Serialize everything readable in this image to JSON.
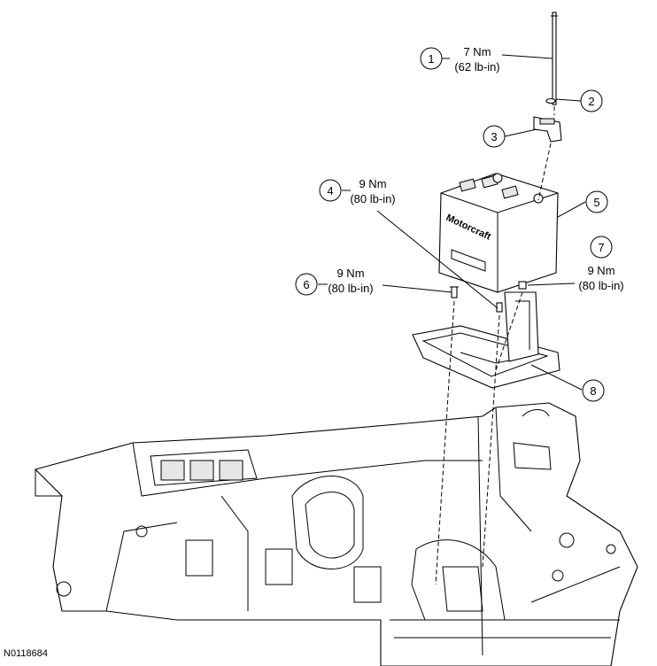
{
  "figure_id": "N0118684",
  "callouts": [
    {
      "num": "1",
      "torque_nm": "7 Nm",
      "torque_lb": "(62 lb-in)"
    },
    {
      "num": "2"
    },
    {
      "num": "3"
    },
    {
      "num": "4",
      "torque_nm": "9 Nm",
      "torque_lb": "(80 lb-in)"
    },
    {
      "num": "5"
    },
    {
      "num": "6",
      "torque_nm": "9 Nm",
      "torque_lb": "(80 lb-in)"
    },
    {
      "num": "7",
      "torque_nm": "9 Nm",
      "torque_lb": "(80 lb-in)"
    },
    {
      "num": "8"
    }
  ],
  "battery_brand": "Motorcraft"
}
